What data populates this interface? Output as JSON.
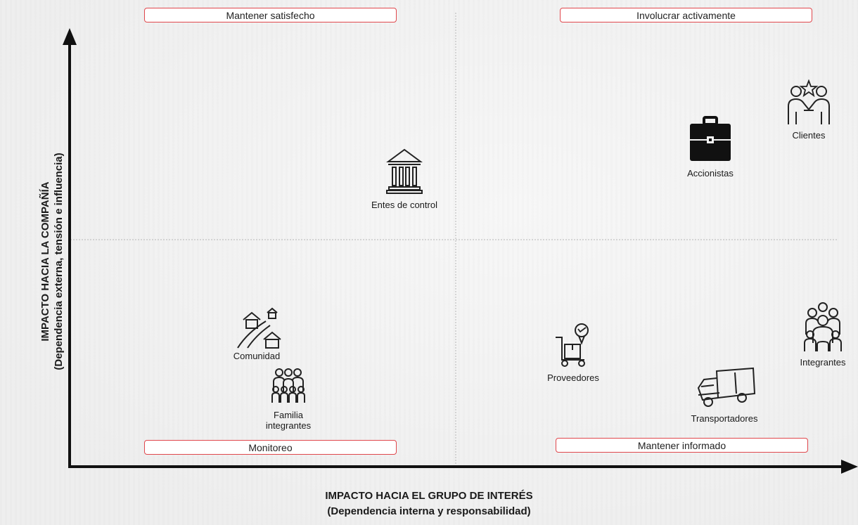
{
  "quadrants": {
    "top_left": "Mantener satisfecho",
    "top_right": "Involucrar activamente",
    "bottom_left": "Monitoreo",
    "bottom_right": "Mantener informado"
  },
  "axes": {
    "y_title": "IMPACTO HACIA LA COMPAÑÍA",
    "y_subtitle": "(Dependencia externa, tensión e influencia)",
    "x_title": "IMPACTO HACIA EL GRUPO DE INTERÉS",
    "x_subtitle": "(Dependencia interna y responsabilidad)"
  },
  "stakeholders": {
    "clientes": {
      "label": "Clientes",
      "icon": "handshake-star-icon"
    },
    "accionistas": {
      "label": "Accionistas",
      "icon": "briefcase-icon"
    },
    "entes_control": {
      "label": "Entes de control",
      "icon": "government-building-icon"
    },
    "comunidad": {
      "label": "Comunidad",
      "icon": "houses-road-icon"
    },
    "familia": {
      "label": "Familia integrantes",
      "icon": "family-group-icon"
    },
    "proveedores": {
      "label": "Proveedores",
      "icon": "delivery-cart-icon"
    },
    "transportadores": {
      "label": "Transportadores",
      "icon": "truck-icon"
    },
    "integrantes": {
      "label": "Integrantes",
      "icon": "team-group-icon"
    }
  },
  "colors": {
    "quadrant_border": "#e0474c",
    "axis": "#111111",
    "divider": "#b5b5b5"
  }
}
